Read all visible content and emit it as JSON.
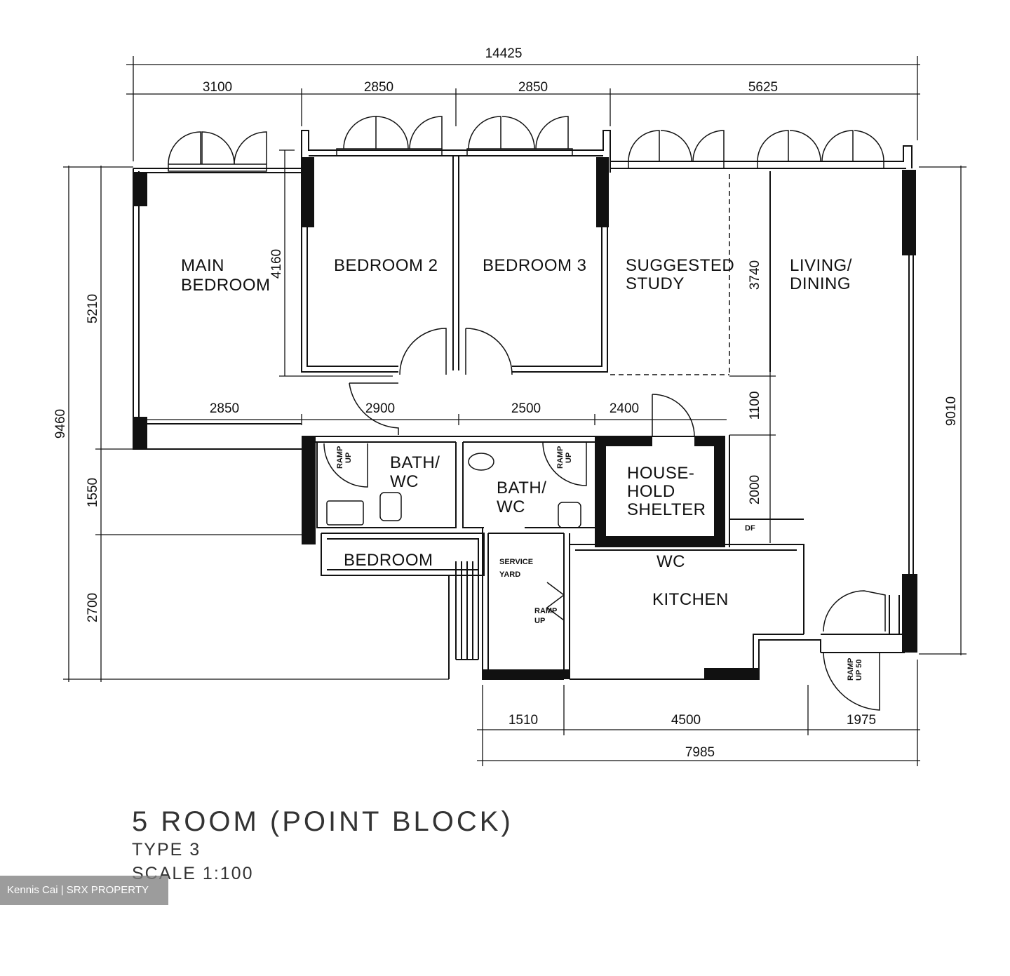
{
  "dimensions": {
    "overall_top": "14425",
    "top_segments": [
      "3100",
      "2850",
      "2850",
      "5625"
    ],
    "left_overall": "9460",
    "left_upper": "5210",
    "left_mid": "1550",
    "left_lower": "2700",
    "main_bedroom_depth": "4160",
    "study_depth": "3740",
    "corridor_width": "1100",
    "shelter_depth": "2000",
    "right_overall": "9010",
    "mid_row": [
      "2850",
      "2900",
      "2500",
      "2400"
    ],
    "bottom_segments": [
      "1510",
      "4500",
      "1975"
    ],
    "bottom_overall": "7985"
  },
  "rooms": {
    "main_bedroom": [
      "MAIN",
      "BEDROOM"
    ],
    "bedroom2": "BEDROOM  2",
    "bedroom3": "BEDROOM  3",
    "study": [
      "SUGGESTED",
      "STUDY"
    ],
    "living": [
      "LIVING/",
      "DINING"
    ],
    "bath1": [
      "BATH/",
      "WC"
    ],
    "bath2": [
      "BATH/",
      "WC"
    ],
    "shelter": [
      "HOUSE-",
      "HOLD",
      "SHELTER"
    ],
    "kitchen": "KITCHEN",
    "wc": "WC",
    "bedroom4": "BEDROOM",
    "service_yard": [
      "SERVICE",
      "YARD"
    ],
    "ramp_labels": [
      "RAMP",
      "UP"
    ],
    "ramp_up_50": [
      "RAMP",
      "UP 50"
    ],
    "df": "DF"
  },
  "title": {
    "main": "5 ROOM (POINT BLOCK)",
    "type": "TYPE 3",
    "scale": "SCALE 1:100"
  },
  "watermark": "Kennis Cai | SRX PROPERTY"
}
